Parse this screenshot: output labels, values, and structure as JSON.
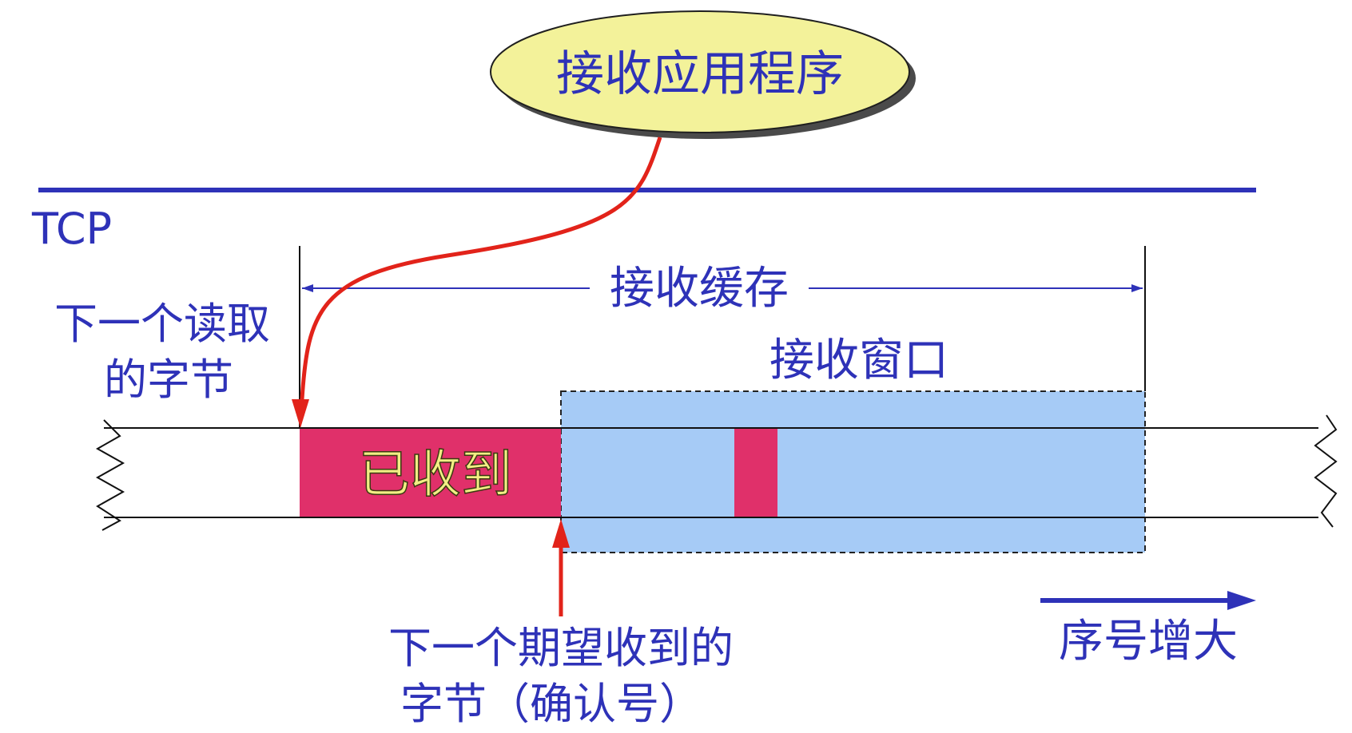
{
  "app_label": "接收应用程序",
  "layer_label": "TCP",
  "buffer_label": "接收缓存",
  "window_label": "接收窗口",
  "received_label": "已收到",
  "next_read": {
    "line1": "下一个读取",
    "line2": "的字节"
  },
  "next_expected": {
    "line1": "下一个期望收到的",
    "line2": "字节（确认号）"
  },
  "seq_label": "序号增大",
  "colors": {
    "blue_text": "#2e32b8",
    "received_fill": "#e0306a",
    "window_fill": "#a6cbf6",
    "bubble_fill": "#f3f29a",
    "arrow_red": "#e2231a",
    "received_text": "#f2ee84"
  }
}
